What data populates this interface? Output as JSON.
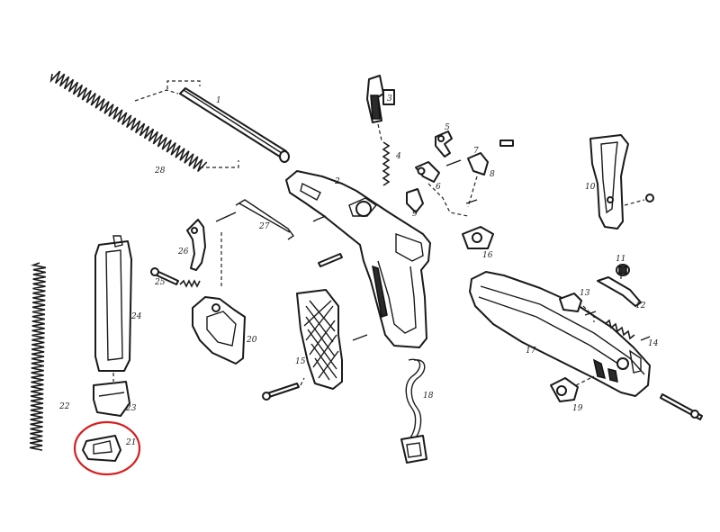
{
  "diagram": {
    "labels": [
      {
        "id": "1",
        "text": "1"
      },
      {
        "id": "2",
        "text": "2"
      },
      {
        "id": "3",
        "text": "3"
      },
      {
        "id": "4",
        "text": "4"
      },
      {
        "id": "5",
        "text": "5"
      },
      {
        "id": "6",
        "text": "6"
      },
      {
        "id": "7",
        "text": "7"
      },
      {
        "id": "8",
        "text": "8"
      },
      {
        "id": "9",
        "text": "9"
      },
      {
        "id": "10",
        "text": "10"
      },
      {
        "id": "11",
        "text": "11"
      },
      {
        "id": "12",
        "text": "12"
      },
      {
        "id": "13",
        "text": "13"
      },
      {
        "id": "14",
        "text": "14"
      },
      {
        "id": "15",
        "text": "15"
      },
      {
        "id": "16",
        "text": "16"
      },
      {
        "id": "17",
        "text": "17"
      },
      {
        "id": "18",
        "text": "18"
      },
      {
        "id": "19",
        "text": "19"
      },
      {
        "id": "20",
        "text": "20"
      },
      {
        "id": "21",
        "text": "21"
      },
      {
        "id": "22",
        "text": "22"
      },
      {
        "id": "23",
        "text": "23"
      },
      {
        "id": "24",
        "text": "24"
      },
      {
        "id": "25",
        "text": "25"
      },
      {
        "id": "26",
        "text": "26"
      },
      {
        "id": "27",
        "text": "27"
      },
      {
        "id": "28",
        "text": "28"
      }
    ],
    "highlight_color": "#d42020",
    "line_color": "#1a1a1a"
  }
}
